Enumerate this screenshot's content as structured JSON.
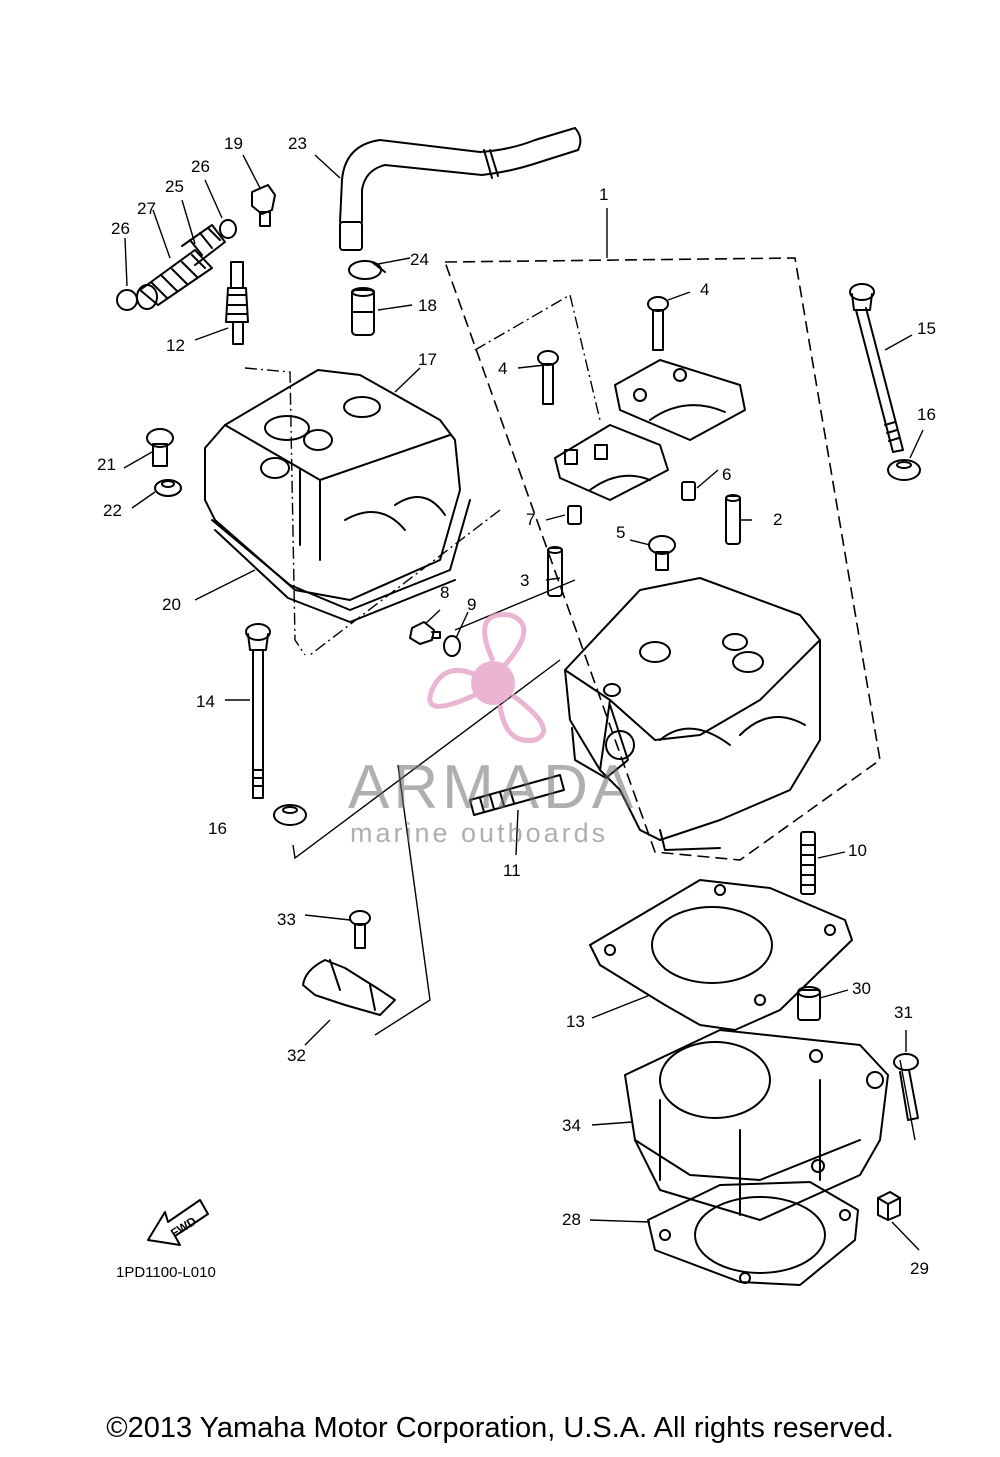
{
  "diagram": {
    "code": "1PD1100-L010",
    "fwd_label": "FWD",
    "copyright": "©2013 Yamaha Motor Corporation, U.S.A. All rights reserved.",
    "watermark": {
      "name": "ARMADA",
      "tagline": "marine outboards",
      "color": "#e39bc3"
    }
  },
  "callouts": [
    "1",
    "2",
    "3",
    "4",
    "4",
    "5",
    "6",
    "7",
    "8",
    "9",
    "10",
    "11",
    "12",
    "13",
    "14",
    "15",
    "16",
    "16",
    "17",
    "18",
    "19",
    "20",
    "21",
    "22",
    "23",
    "24",
    "25",
    "26",
    "26",
    "27",
    "28",
    "29",
    "30",
    "31",
    "32",
    "33",
    "34"
  ]
}
